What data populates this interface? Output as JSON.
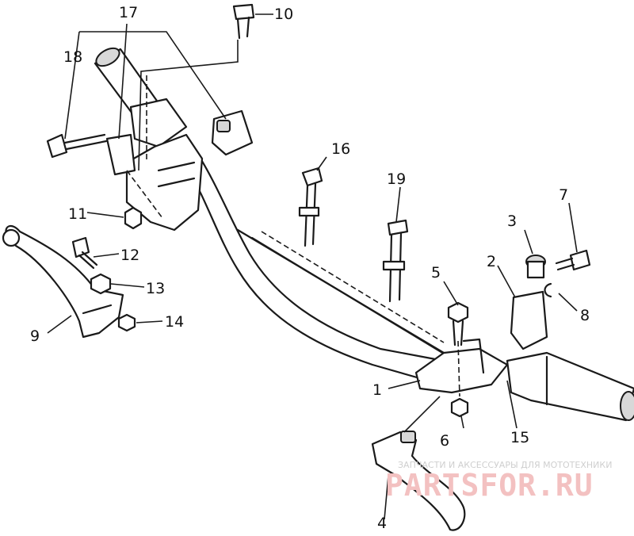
{
  "callouts": [
    "1",
    "2",
    "3",
    "4",
    "5",
    "6",
    "7",
    "8",
    "9",
    "10",
    "11",
    "12",
    "13",
    "14",
    "15",
    "16",
    "17",
    "18",
    "19"
  ],
  "watermark": {
    "caption": "ЗАПЧАСТИ И АКСЕССУАРЫ ДЛЯ МОТОТЕХНИКИ",
    "brand": "PARTSFOR.RU"
  },
  "colors": {
    "line": "#1a1a1a",
    "watermark_brand": "#f3c1c1",
    "watermark_caption": "#cfcfcf"
  }
}
